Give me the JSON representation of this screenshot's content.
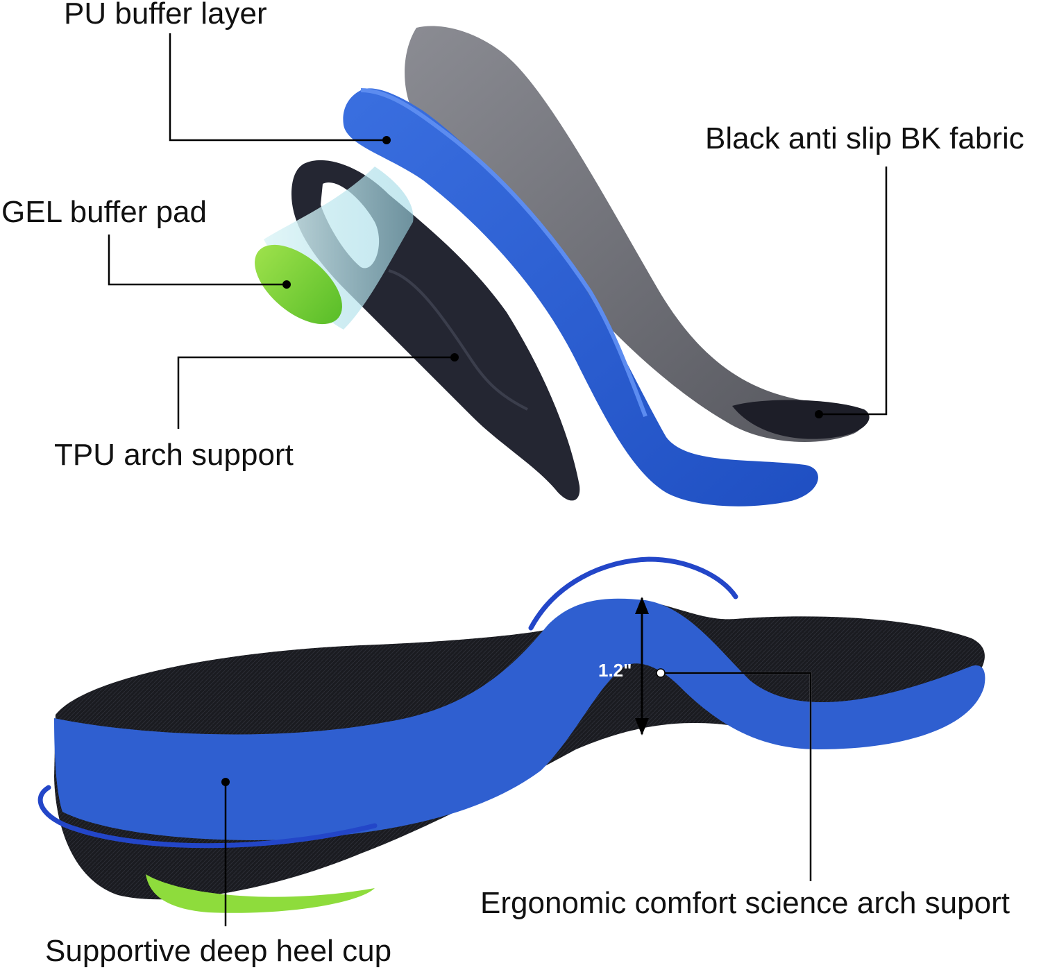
{
  "labels": {
    "pu_buffer_layer": "PU buffer layer",
    "black_anti_slip": "Black anti slip BK fabric",
    "gel_buffer_pad": "GEL buffer pad",
    "tpu_arch_support": "TPU arch support",
    "ergonomic_arch": "Ergonomic comfort science arch suport",
    "deep_heel_cup": "Supportive deep heel cup",
    "arch_height": "1.2\""
  },
  "colors": {
    "blue_layer": "#2f5fd0",
    "blue_dark": "#1d3fa8",
    "grey_layer": "#6a6b72",
    "black_layer": "#23252e",
    "mesh": "#1a1b20",
    "gel_green": "#9be04a",
    "arc_blue": "#2346c8"
  }
}
